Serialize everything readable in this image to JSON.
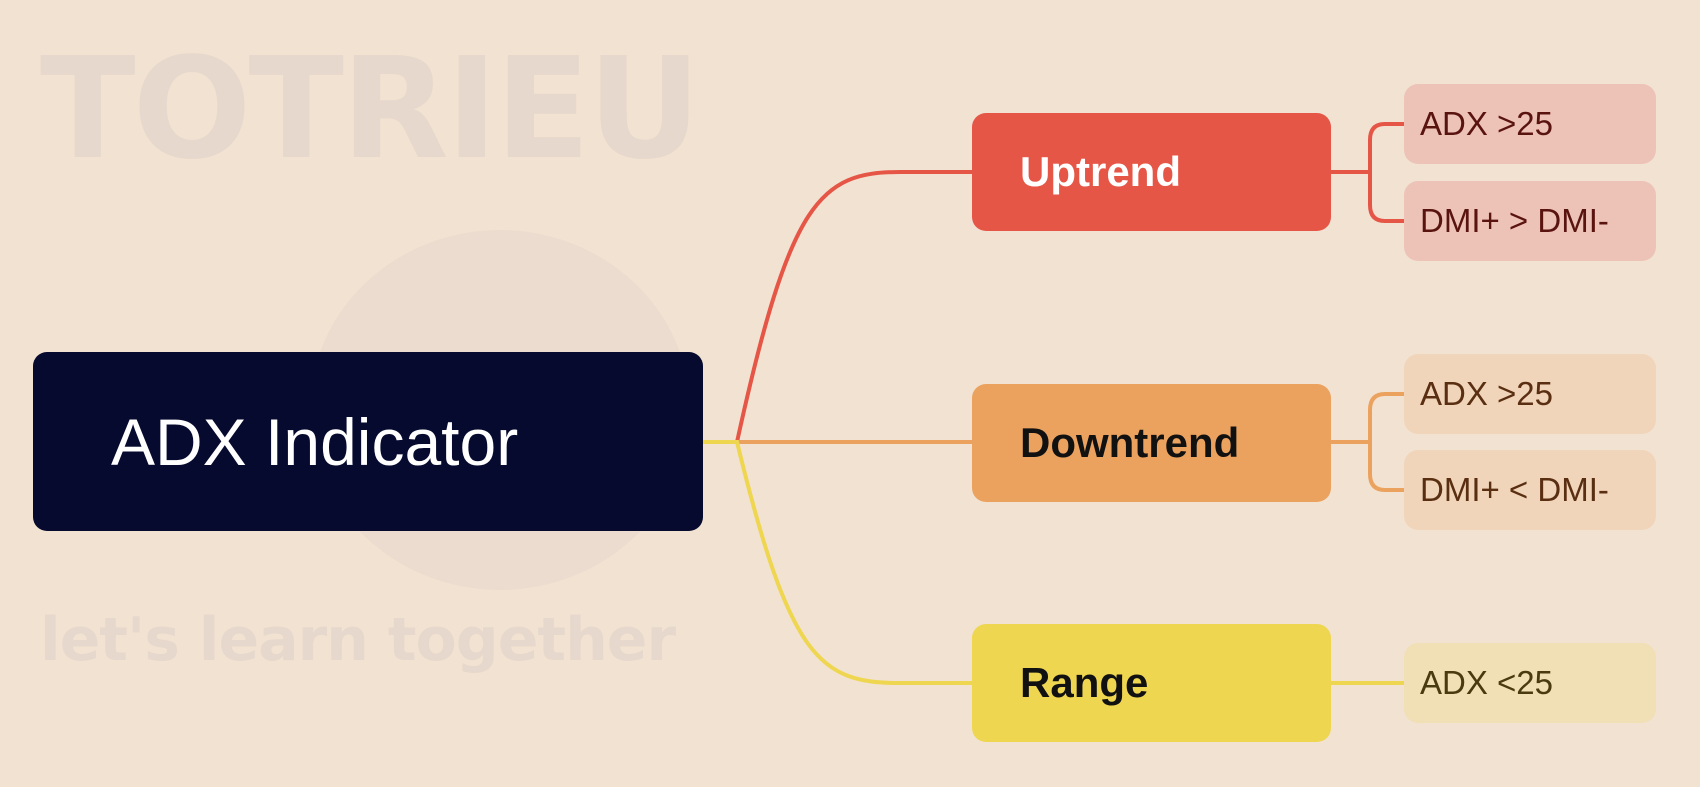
{
  "watermark": {
    "logo_text": "TOTRIEU",
    "tagline": "let's learn together"
  },
  "root": {
    "label": "ADX Indicator"
  },
  "colors": {
    "background": "#f2e2d2",
    "root": "#050a2e",
    "uptrend": "#e65646",
    "downtrend": "#eba25e",
    "range": "#efd650"
  },
  "branches": [
    {
      "label": "Uptrend",
      "color": "#e65646",
      "text_color": "#ffffff",
      "leaf_bg": "#edc3b8",
      "leaf_text": "#5a1410",
      "conditions": [
        "ADX >25",
        "DMI+ > DMI-"
      ]
    },
    {
      "label": "Downtrend",
      "color": "#eba25e",
      "text_color": "#111111",
      "leaf_bg": "#f0d5bb",
      "leaf_text": "#5a2e10",
      "conditions": [
        "ADX >25",
        "DMI+ < DMI-"
      ]
    },
    {
      "label": "Range",
      "color": "#efd650",
      "text_color": "#111111",
      "leaf_bg": "#f1dfb6",
      "leaf_text": "#4a3a10",
      "conditions": [
        "ADX <25"
      ]
    }
  ]
}
